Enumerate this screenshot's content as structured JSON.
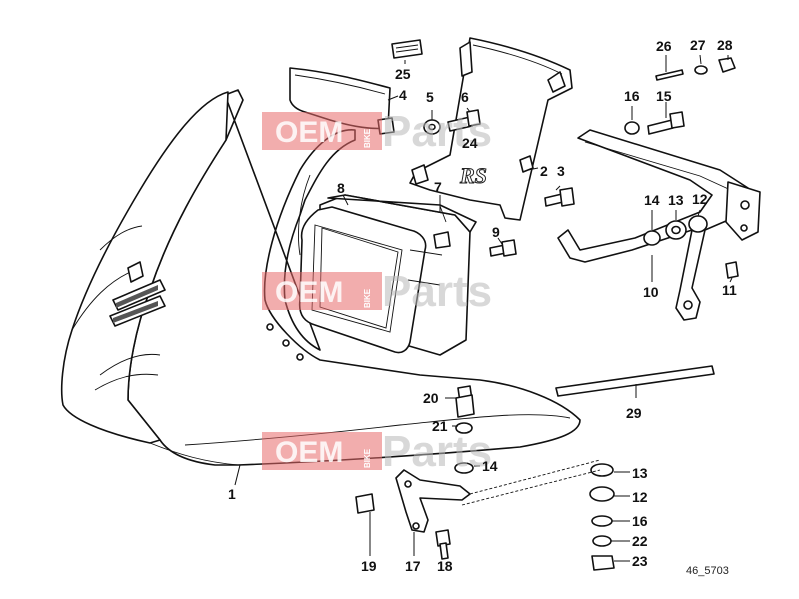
{
  "diagram": {
    "reference_code": "46_5703",
    "callouts": [
      {
        "id": "c1",
        "label": "1"
      },
      {
        "id": "c2",
        "label": "2"
      },
      {
        "id": "c3",
        "label": "3"
      },
      {
        "id": "c4",
        "label": "4"
      },
      {
        "id": "c5",
        "label": "5"
      },
      {
        "id": "c6",
        "label": "6"
      },
      {
        "id": "c7",
        "label": "7"
      },
      {
        "id": "c8",
        "label": "8"
      },
      {
        "id": "c9",
        "label": "9"
      },
      {
        "id": "c10",
        "label": "10"
      },
      {
        "id": "c11",
        "label": "11"
      },
      {
        "id": "c12a",
        "label": "12"
      },
      {
        "id": "c13a",
        "label": "13"
      },
      {
        "id": "c14a",
        "label": "14"
      },
      {
        "id": "c15",
        "label": "15"
      },
      {
        "id": "c16a",
        "label": "16"
      },
      {
        "id": "c26",
        "label": "26"
      },
      {
        "id": "c27",
        "label": "27"
      },
      {
        "id": "c28",
        "label": "28"
      },
      {
        "id": "c25",
        "label": "25"
      },
      {
        "id": "c24",
        "label": "24"
      },
      {
        "id": "c29",
        "label": "29"
      },
      {
        "id": "c20",
        "label": "20"
      },
      {
        "id": "c21",
        "label": "21"
      },
      {
        "id": "c14b",
        "label": "14"
      },
      {
        "id": "c13b",
        "label": "13"
      },
      {
        "id": "c12b",
        "label": "12"
      },
      {
        "id": "c16b",
        "label": "16"
      },
      {
        "id": "c22",
        "label": "22"
      },
      {
        "id": "c23",
        "label": "23"
      },
      {
        "id": "c19",
        "label": "19"
      },
      {
        "id": "c17",
        "label": "17"
      },
      {
        "id": "c18",
        "label": "18"
      }
    ],
    "decal_text": "RS"
  },
  "watermark": {
    "brand_left": "OEM",
    "brand_vertical": "BIKE",
    "brand_right": "Parts"
  }
}
